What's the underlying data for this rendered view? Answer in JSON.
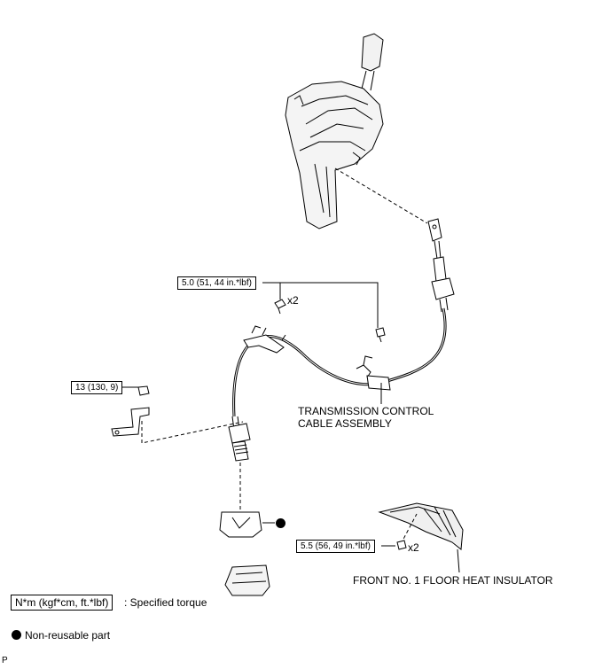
{
  "torques": {
    "cable_bracket_bolts": "5.0 (51, 44 in.*lbf)",
    "bracket_nut": "13 (130, 9)",
    "insulator_nuts": "5.5 (56, 49 in.*lbf)"
  },
  "quantities": {
    "cable_bracket_bolts": "x2",
    "insulator_nuts": "x2"
  },
  "labels": {
    "cable_line1": "TRANSMISSION CONTROL",
    "cable_line2": "CABLE ASSEMBLY",
    "insulator": "FRONT NO. 1 FLOOR HEAT INSULATOR"
  },
  "legend": {
    "torque_unit": "N*m (kgf*cm, ft.*lbf)",
    "torque_desc": ": Specified torque",
    "non_reusable": "Non-reusable part"
  },
  "corner_code": "P"
}
